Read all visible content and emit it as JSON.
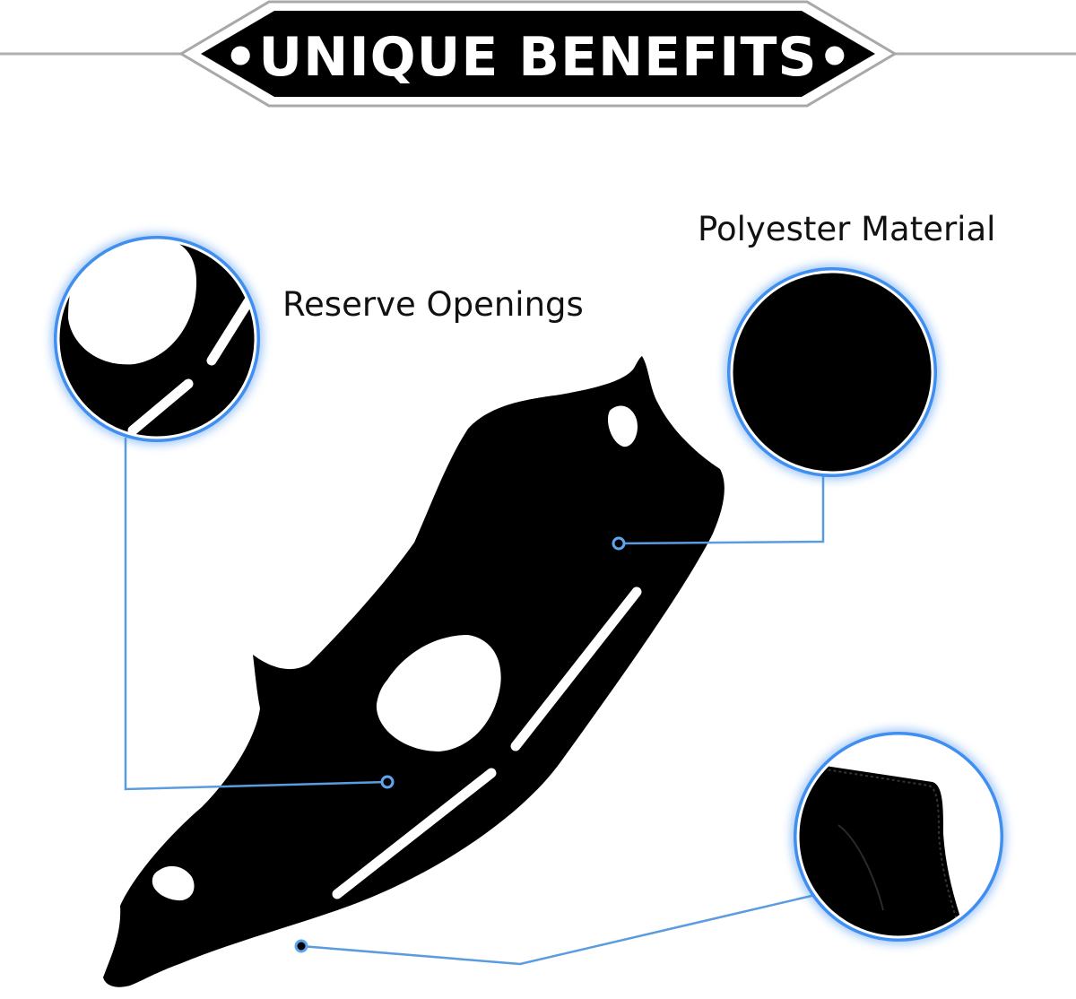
{
  "banner": {
    "title": "•UNIQUE BENEFITS•"
  },
  "callouts": {
    "reserve_openings": "Reserve Openings",
    "polyester_material": "Polyester Material"
  },
  "colors": {
    "banner_fill": "#000000",
    "banner_outline": "#a8a8a8",
    "rule_line": "#b0b0b0",
    "mat": "#000000",
    "callout_line": "#5b9be0",
    "glow": "#3f8ef0",
    "background": "#ffffff"
  }
}
